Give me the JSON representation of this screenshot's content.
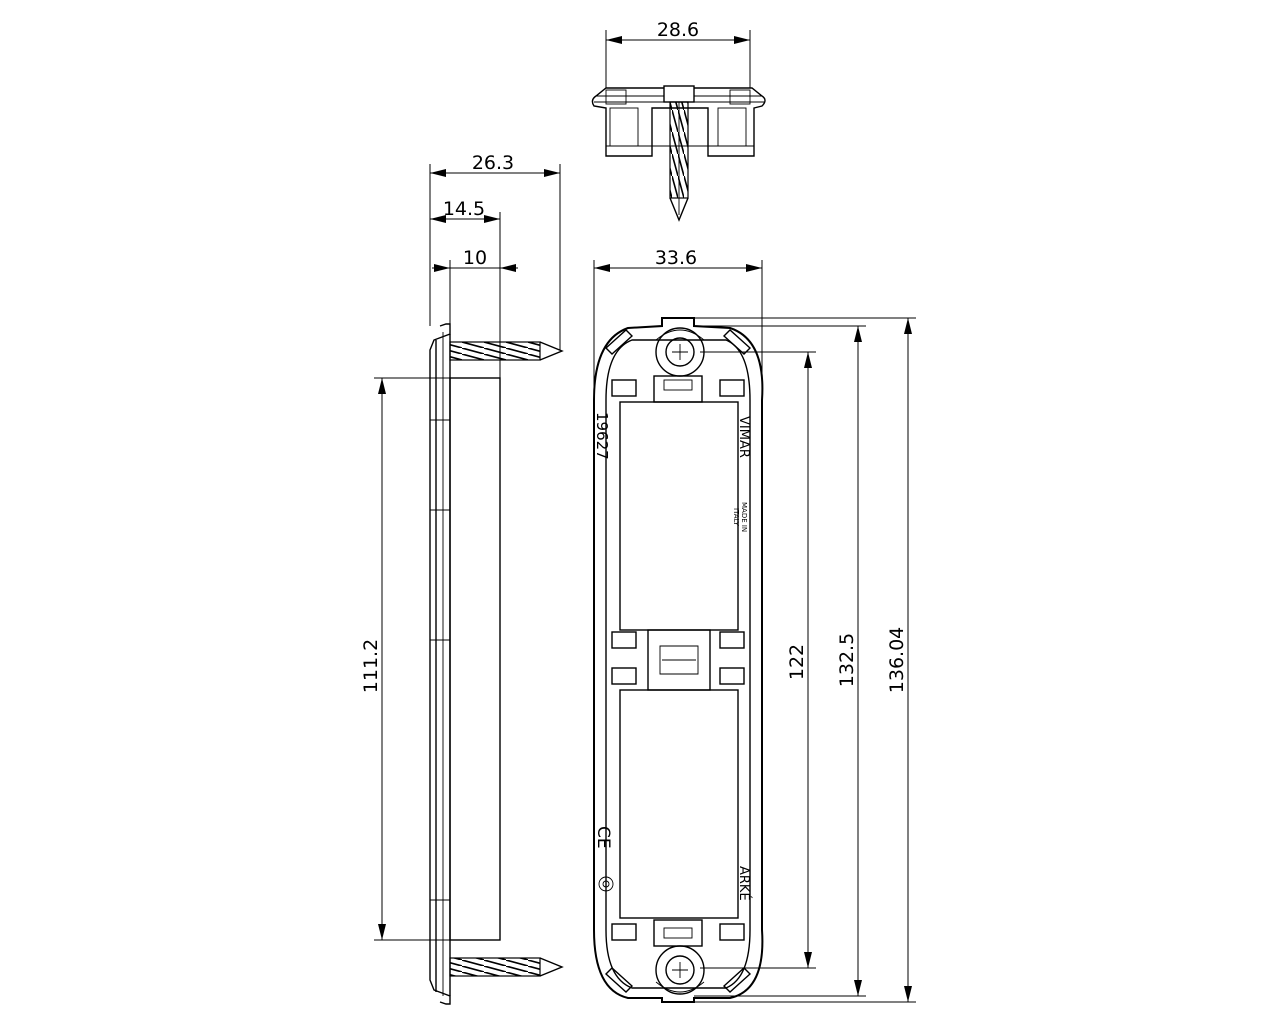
{
  "dimensions": {
    "cap_width": "28.6",
    "side_total_depth": "26.3",
    "side_mid_depth": "14.5",
    "side_box_depth": "10",
    "front_width": "33.6",
    "side_height": "111.2",
    "screw_spacing": "122",
    "frame_height": "132.5",
    "overall_height": "136.04"
  },
  "frame_markings": {
    "part_number": "19627",
    "brand": "VIMAR",
    "origin_line1": "MADE IN",
    "origin_line2": "ITALY",
    "series": "ARKÉ",
    "ce_mark": "CE"
  }
}
